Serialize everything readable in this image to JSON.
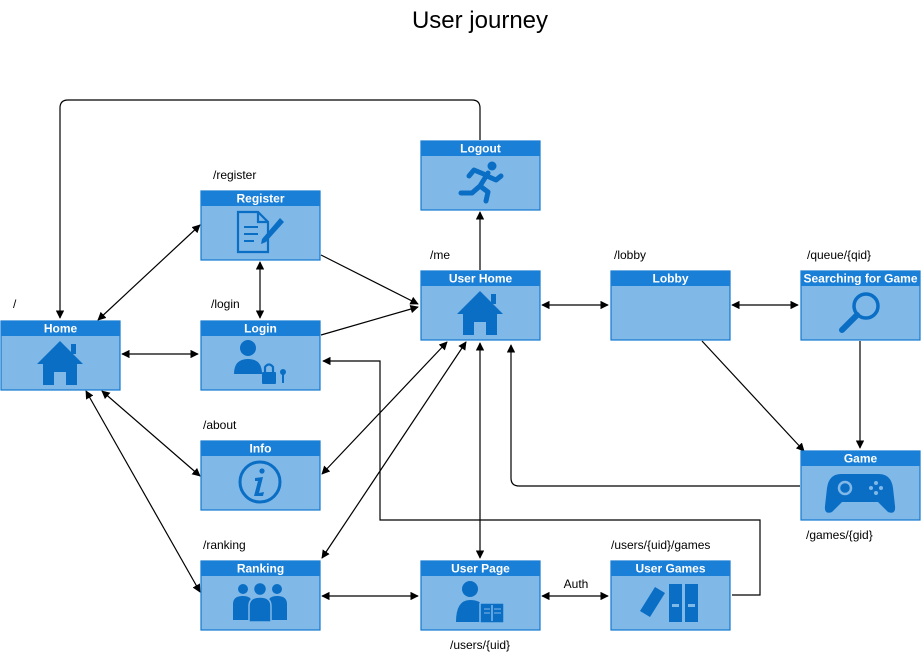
{
  "title": "User journey",
  "colors": {
    "node_header": "#1a7fd6",
    "node_body": "#80b8e8",
    "node_border": "#1178d0",
    "icon": "#0a6ec4",
    "edge": "#000000"
  },
  "nodes": {
    "logout": {
      "label": "Logout",
      "route": "",
      "icon": "running-person-icon"
    },
    "register": {
      "label": "Register",
      "route": "/register",
      "icon": "document-pen-icon"
    },
    "userhome": {
      "label": "User Home",
      "route": "/me",
      "icon": "house-icon"
    },
    "lobby": {
      "label": "Lobby",
      "route": "/lobby",
      "icon": ""
    },
    "searching": {
      "label": "Searching for Game",
      "route": "/queue/{qid}",
      "icon": "magnifier-icon"
    },
    "home": {
      "label": "Home",
      "route": "/",
      "icon": "house-icon"
    },
    "login": {
      "label": "Login",
      "route": "/login",
      "icon": "user-lock-icon"
    },
    "info": {
      "label": "Info",
      "route": "/about",
      "icon": "info-icon"
    },
    "game": {
      "label": "Game",
      "route": "/games/{gid}",
      "icon": "gamepad-icon"
    },
    "ranking": {
      "label": "Ranking",
      "route": "/ranking",
      "icon": "group-icon"
    },
    "userpage": {
      "label": "User Page",
      "route": "/users/{uid}",
      "icon": "user-book-icon"
    },
    "usergames": {
      "label": "User Games",
      "route": "/users/{uid}/games",
      "icon": "binders-icon"
    }
  },
  "edges": {
    "userpage_usergames_label": "Auth"
  }
}
